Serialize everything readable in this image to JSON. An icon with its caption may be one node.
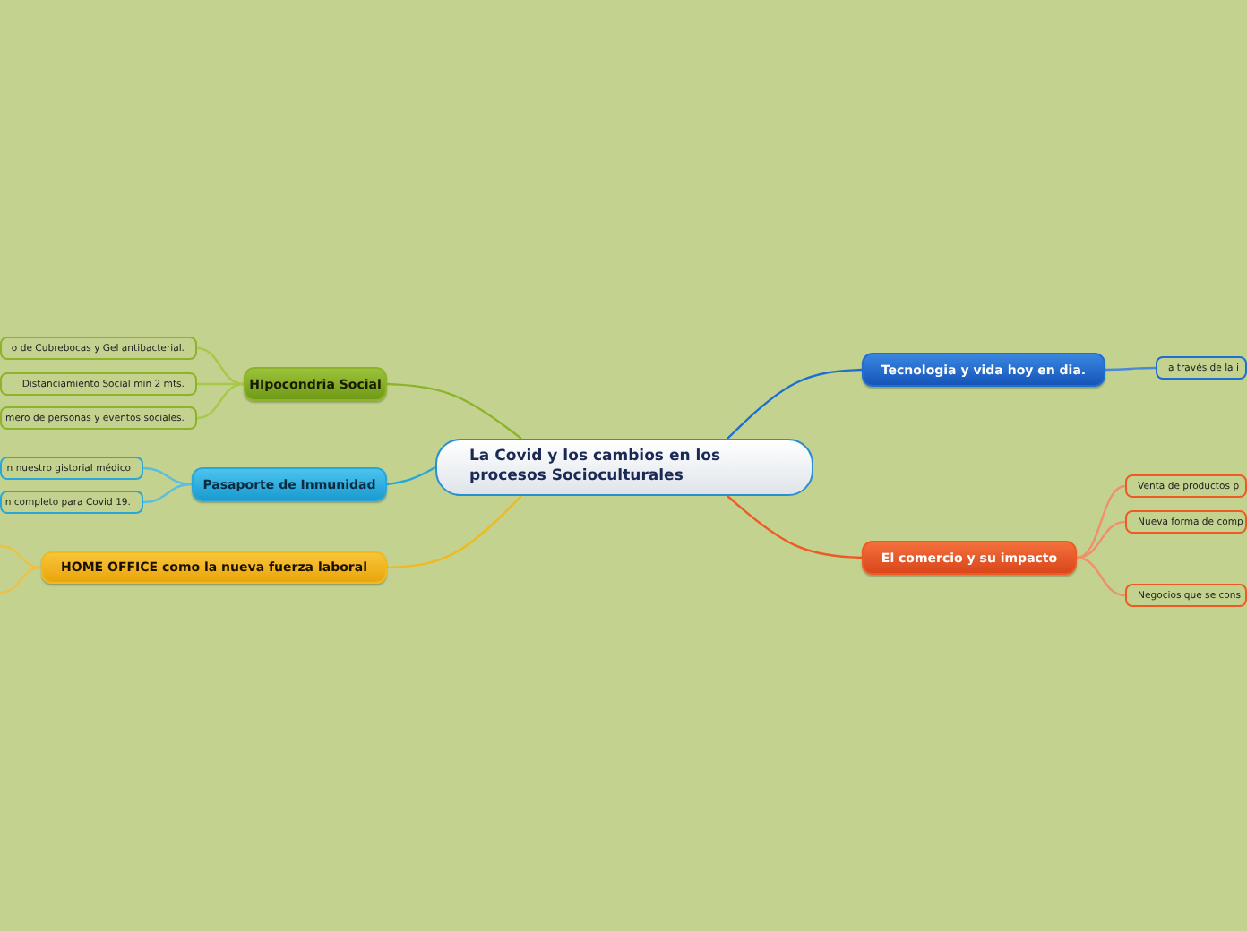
{
  "diagram": {
    "nodes": [
      {
        "text": [
          "La Covid y los cambios en los procesos Socioculturales"
        ]
      },
      {
        "text": [
          "HIpocondria Social"
        ]
      },
      {
        "text": [
          "o de Cubrebocas y Gel antibacterial."
        ]
      },
      {
        "text": [
          "Distanciamiento Social min 2 mts."
        ]
      },
      {
        "text": [
          "mero de personas y eventos sociales."
        ]
      },
      {
        "text": [
          "Pasaporte de Inmunidad"
        ]
      },
      {
        "text": [
          "n nuestro gistorial médico"
        ]
      },
      {
        "text": [
          "n completo para Covid 19."
        ]
      },
      {
        "text": [
          "HOME OFFICE como la nueva fuerza laboral"
        ]
      },
      {
        "text": [
          "Tecnologia y vida hoy en dia."
        ]
      },
      {
        "text": [
          "a través de la i"
        ]
      },
      {
        "text": [
          "El comercio y su impacto"
        ]
      },
      {
        "text": [
          "Venta de productos p"
        ]
      },
      {
        "text": [
          "Nueva forma de comp"
        ]
      },
      {
        "text": [
          "Negocios que se cons"
        ]
      }
    ],
    "edges": [
      {
        "from": 0,
        "to": 1,
        "arrow": "none",
        "color": "#8db32a"
      },
      {
        "from": 1,
        "to": 2,
        "arrow": "none",
        "color": "#a8c84a"
      },
      {
        "from": 1,
        "to": 3,
        "arrow": "none",
        "color": "#a8c84a"
      },
      {
        "from": 1,
        "to": 4,
        "arrow": "none",
        "color": "#a8c84a"
      },
      {
        "from": 0,
        "to": 5,
        "arrow": "none",
        "color": "#29a7d8"
      },
      {
        "from": 5,
        "to": 6,
        "arrow": "none",
        "color": "#5bbde0"
      },
      {
        "from": 5,
        "to": 7,
        "arrow": "none",
        "color": "#5bbde0"
      },
      {
        "from": 0,
        "to": 8,
        "arrow": "none",
        "color": "#f2b91c"
      },
      {
        "from": 8,
        "to": null,
        "arrow": "none",
        "color": "#f0c040"
      },
      {
        "from": 8,
        "to": null,
        "arrow": "none",
        "color": "#f0c040"
      },
      {
        "from": 0,
        "to": 9,
        "arrow": "none",
        "color": "#1f6fd0"
      },
      {
        "from": 9,
        "to": 10,
        "arrow": "none",
        "color": "#4a88d8"
      },
      {
        "from": 0,
        "to": 11,
        "arrow": "none",
        "color": "#ee5a24"
      },
      {
        "from": 11,
        "to": 12,
        "arrow": "none",
        "color": "#f0906a"
      },
      {
        "from": 11,
        "to": 13,
        "arrow": "none",
        "color": "#f0906a"
      },
      {
        "from": 11,
        "to": 14,
        "arrow": "none",
        "color": "#f0906a"
      }
    ]
  }
}
